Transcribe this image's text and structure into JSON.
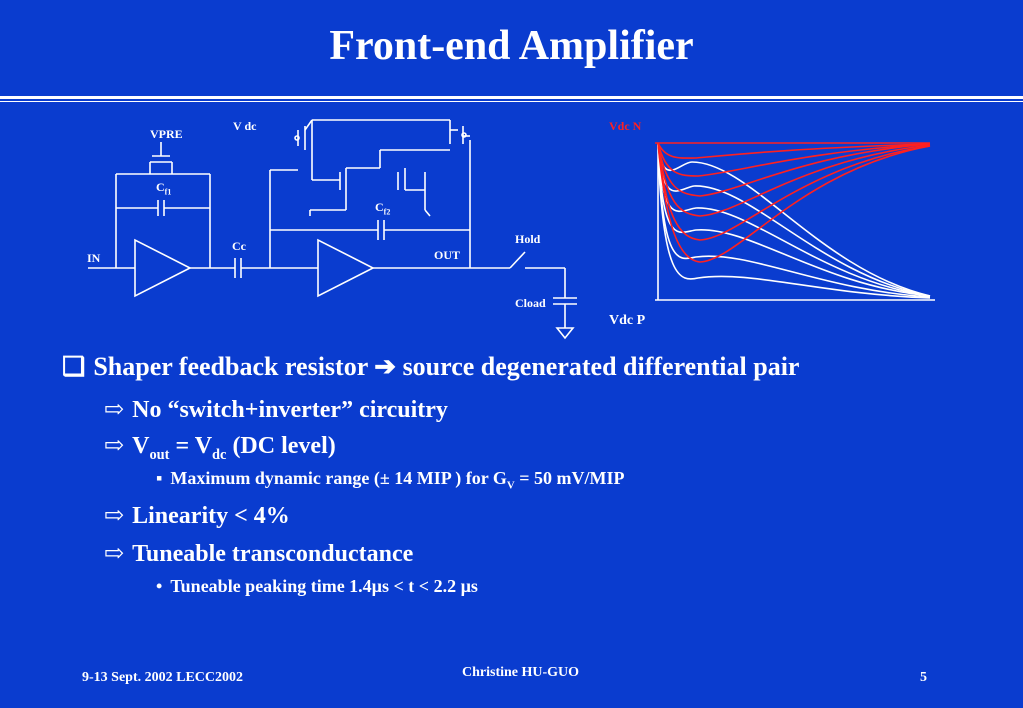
{
  "title": "Front-end Amplifier",
  "schematic": {
    "vpre": "VPRE",
    "vdc": "V dc",
    "cf1_main": "C",
    "cf1_sub": "f1",
    "cf2_main": "C",
    "cf2_sub": "f2",
    "cc": "Cc",
    "in": "IN",
    "out": "OUT",
    "hold": "Hold",
    "cload": "Cload"
  },
  "plot": {
    "top_label": "Vdc N",
    "bottom_label": "Vdc P",
    "top_color": "#ff2020"
  },
  "bullets": {
    "b1_marker": "❑",
    "b1_part1": "Shaper feedback resistor",
    "b1_arrow": "➔",
    "b1_part2": "source degenerated differential pair",
    "sub_marker": "⇨",
    "b1a": "No “switch+inverter” circuitry",
    "b1b_v": "V",
    "b1b_out": "out",
    "b1b_eq": " = V",
    "b1b_dc": "dc",
    "b1b_rest": " (DC level)",
    "b1b1_marker": "▪",
    "b1b1_text": "Maximum dynamic range (± 14 MIP ) for G",
    "b1b1_sub": "V",
    "b1b1_rest": " = 50 mV/MIP",
    "b1c": "Linearity < 4%",
    "b1d": "Tuneable transconductance",
    "b1d1_marker": "•",
    "b1d1": "Tuneable peaking time 1.4µs < t < 2.2 µs"
  },
  "footer": {
    "date": "9-13 Sept. 2002   LECC2002",
    "author": "Christine HU-GUO",
    "page": "5"
  }
}
